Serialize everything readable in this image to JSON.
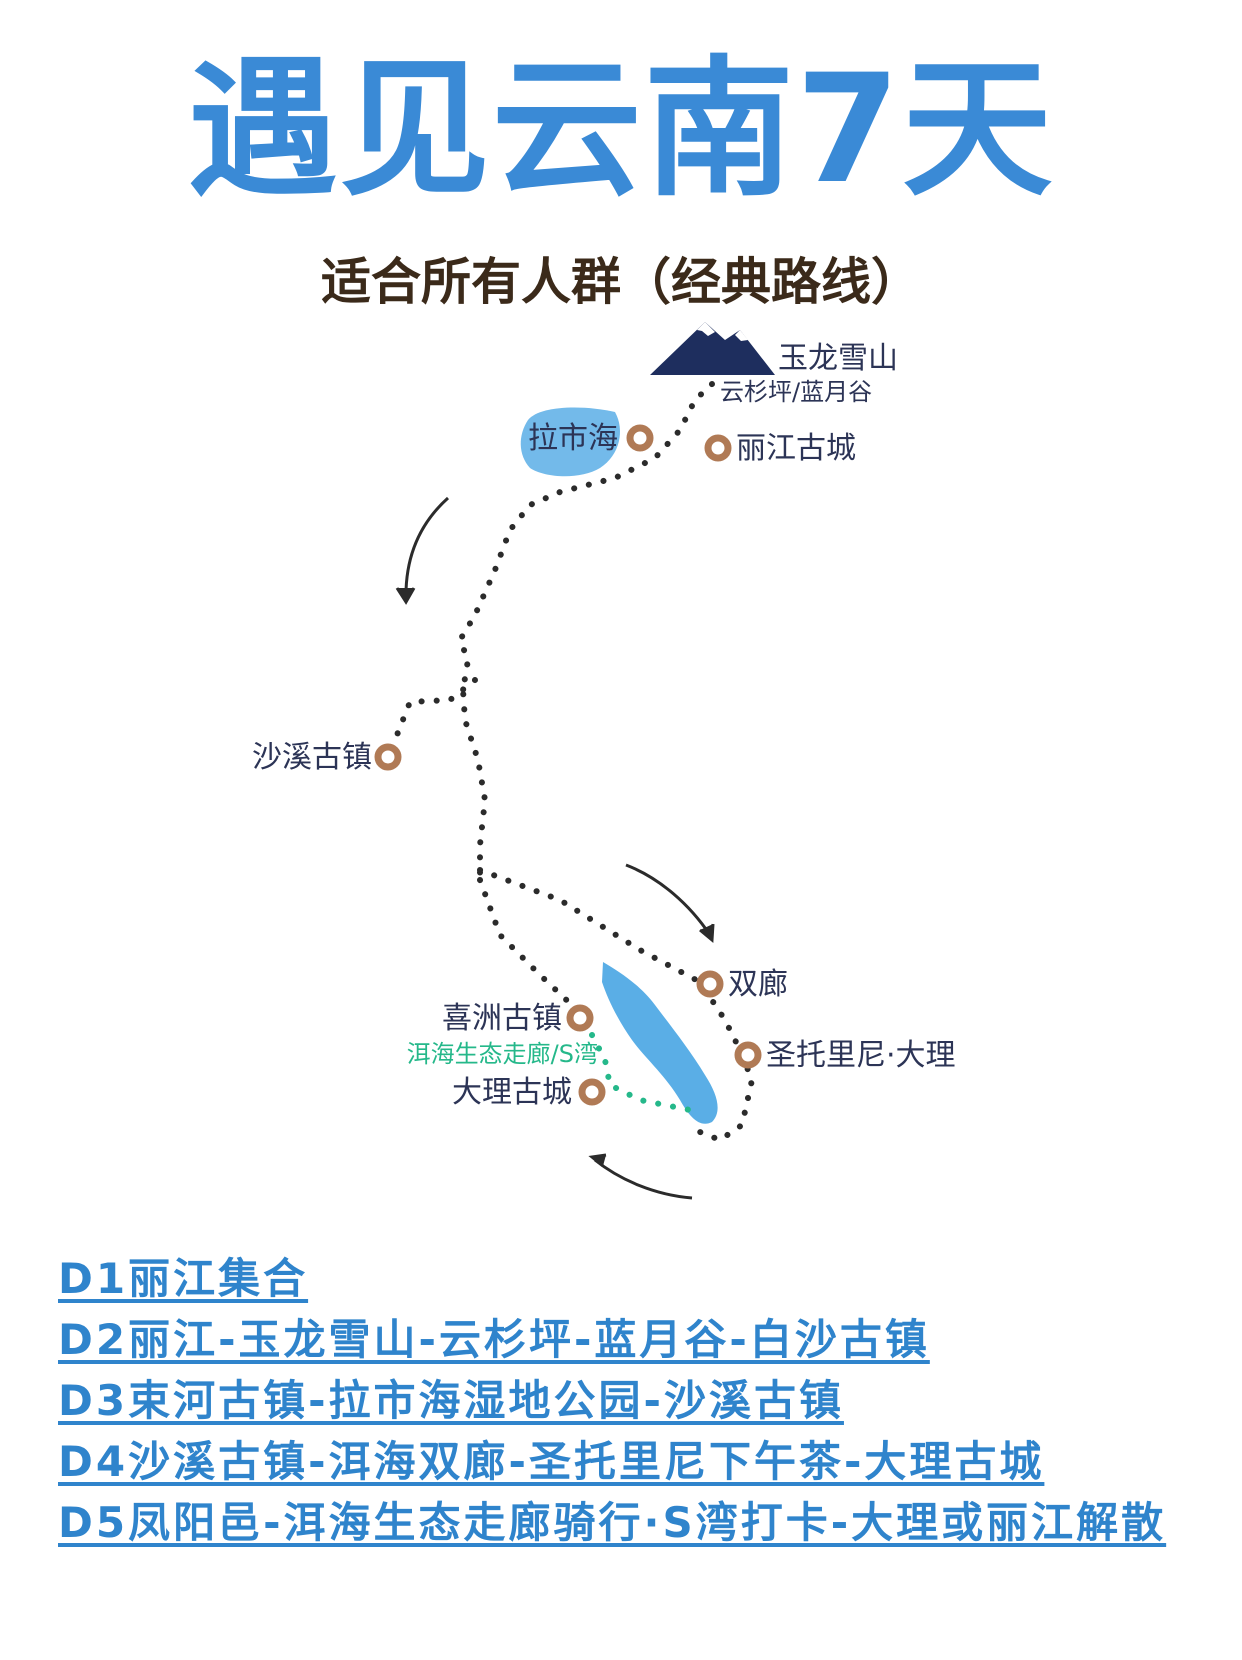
{
  "header": {
    "title": "遇见云南7天",
    "subtitle": "适合所有人群（经典路线）"
  },
  "map": {
    "colors": {
      "route": "#2b2b2b",
      "route_green": "#25b88a",
      "marker": "#b07a55",
      "lake": "#5aaee6",
      "mountain": "#1e2e5e",
      "label": "#2c3456"
    },
    "places": {
      "yulong": "玉龙雪山",
      "yunshan": "云杉坪/蓝月谷",
      "lashihai": "拉市海",
      "lijiang": "丽江古城",
      "shaxi": "沙溪古镇",
      "shuanglang": "双廊",
      "santorini": "圣托里尼·大理",
      "xizhou": "喜洲古镇",
      "corridor": "洱海生态走廊/S湾",
      "dali": "大理古城"
    }
  },
  "itinerary": [
    "D1丽江集合",
    "D2丽江-玉龙雪山-云杉坪-蓝月谷-白沙古镇",
    "D3束河古镇-拉市海湿地公园-沙溪古镇",
    "D4沙溪古镇-洱海双廊-圣托里尼下午茶-大理古城",
    "D5凤阳邑-洱海生态走廊骑行·S湾打卡-大理或丽江解散"
  ]
}
